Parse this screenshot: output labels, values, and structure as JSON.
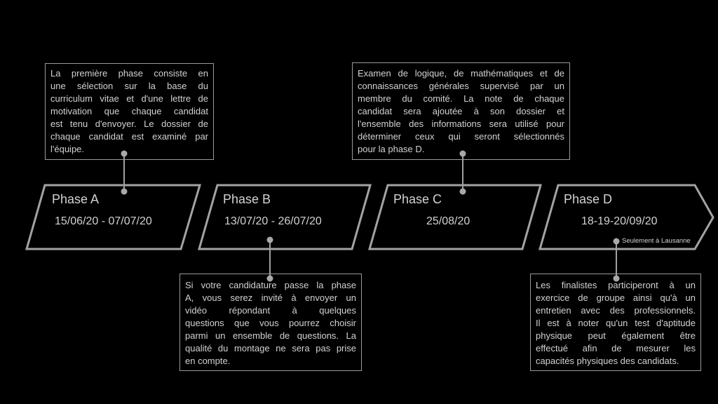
{
  "phases": [
    {
      "label": "Phase A",
      "dates": "15/06/20 - 07/07/20",
      "description": [
        "La première phase consiste en",
        "une sélection sur la base du",
        "curriculum vitae et d'une lettre de",
        "motivation que chaque candidat",
        "est tenu d'envoyer. Le dossier de",
        "chaque candidat est examiné par",
        "l'équipe."
      ]
    },
    {
      "label": "Phase B",
      "dates": "13/07/20 - 26/07/20",
      "description": [
        "Si votre candidature passe la phase",
        "A, vous serez invité à envoyer un",
        "vidéo répondant à quelques",
        "questions que vous pourrez choisir",
        "parmi un ensemble de questions. La",
        "qualité du montage ne sera pas prise",
        "en compte."
      ]
    },
    {
      "label": "Phase C",
      "dates": "25/08/20",
      "description": [
        "Examen de logique, de mathématiques et de",
        "connaissances générales supervisé par un",
        "membre du comité. La note de chaque",
        "candidat sera ajoutée à son dossier et",
        "l'ensemble des informations sera utilisé pour",
        "déterminer ceux qui seront sélectionnés",
        "pour la phase D."
      ]
    },
    {
      "label": "Phase D",
      "dates": "18-19-20/09/20",
      "note": "Seulement à Lausanne",
      "description": [
        "Les finalistes participeront à un",
        "exercice de groupe ainsi qu'à un",
        "entretien avec des professionnels.",
        "Il est à noter qu'un test d'aptitude",
        "physique peut également être",
        "effectué afin de mesurer les",
        "capacités physiques des candidats."
      ]
    }
  ],
  "colors": {
    "background": "#000000",
    "outline": "#a3a3a3",
    "text": "#d2d2d2"
  }
}
